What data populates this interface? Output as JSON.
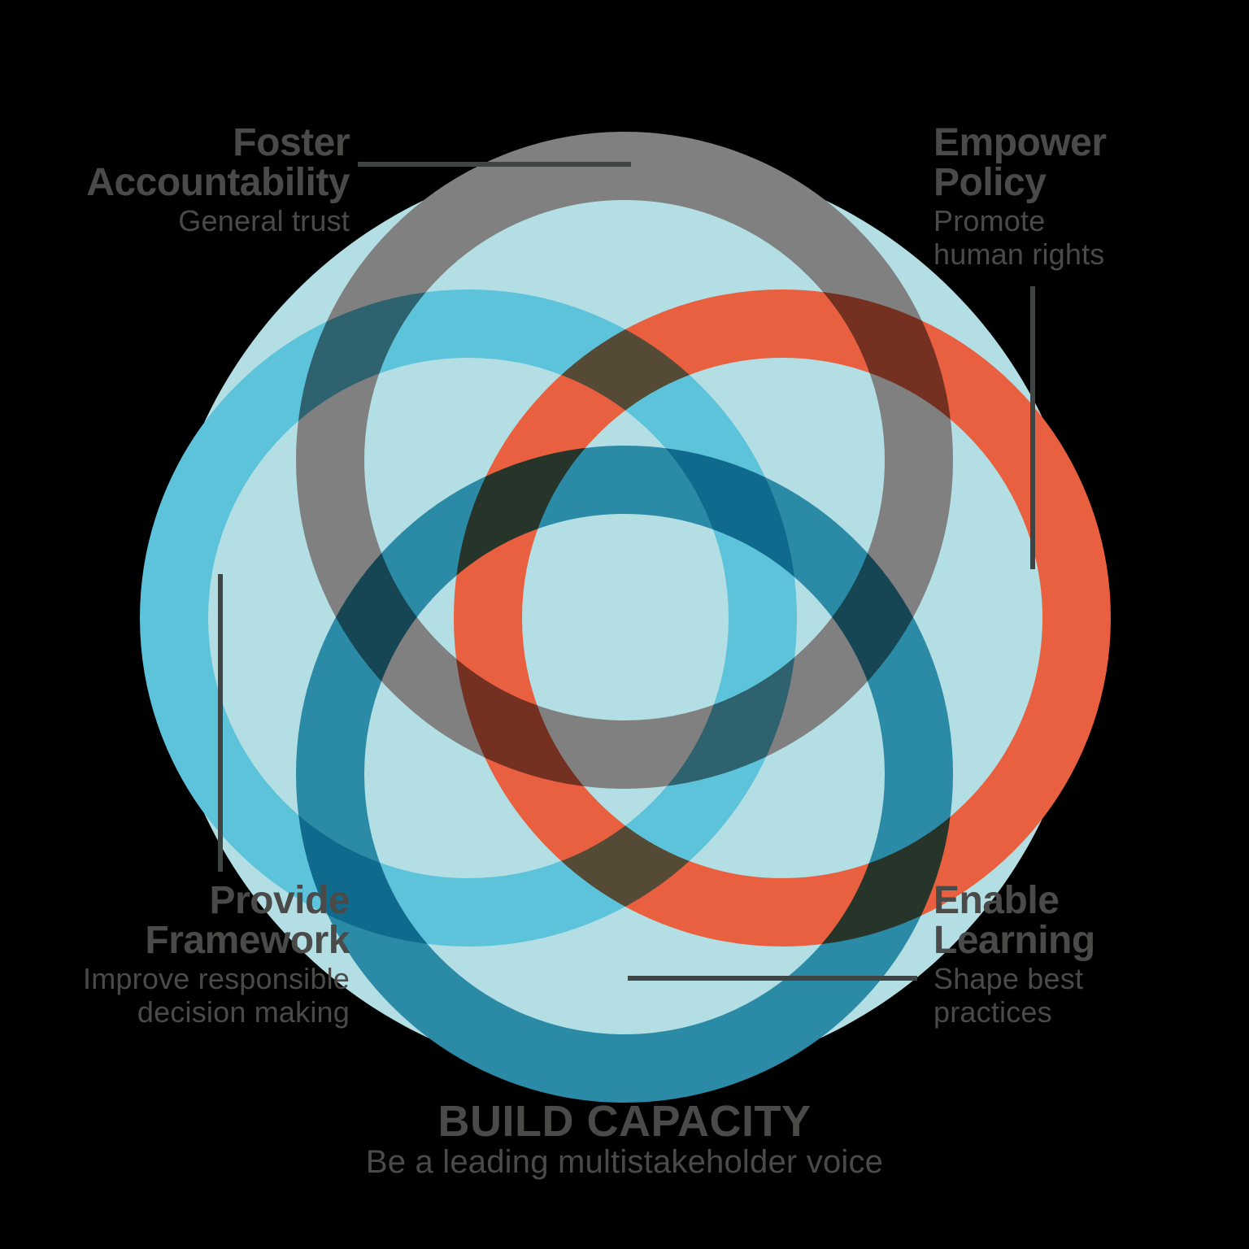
{
  "diagram": {
    "kind": "venn-rings",
    "background_color": "#000000",
    "text_color": "#4a4a48",
    "connector_color": "#3f4445",
    "colors": {
      "halo_pale_teal": "#b3dee3",
      "ring_light_blue": "#5cc3db",
      "ring_gray": "#808080",
      "ring_orange": "#e8603f",
      "ring_dark_teal": "#2b8aa5",
      "ring_inner_white": "#ffffff"
    },
    "nodes": [
      {
        "id": "foster-accountability",
        "title": "Foster\nAccountability",
        "title_line1": "Foster",
        "title_line2": "Accountability",
        "subtitle": "General trust",
        "ring": "ring_gray",
        "position": "top-left"
      },
      {
        "id": "empower-policy",
        "title": "Empower\nPolicy",
        "title_line1": "Empower",
        "title_line2": "Policy",
        "subtitle_line1": "Promote",
        "subtitle_line2": "human rights",
        "ring": "ring_orange",
        "position": "top-right"
      },
      {
        "id": "provide-framework",
        "title_line1": "Provide",
        "title_line2": "Framework",
        "subtitle_line1": "Improve responsible",
        "subtitle_line2": "decision making",
        "ring": "ring_light_blue",
        "position": "bottom-left"
      },
      {
        "id": "enable-learning",
        "title_line1": "Enable",
        "title_line2": "Learning",
        "subtitle_line1": "Shape best",
        "subtitle_line2": "practices",
        "ring": "ring_dark_teal",
        "position": "bottom-right"
      }
    ],
    "footer": {
      "title": "BUILD CAPACITY",
      "subtitle": "Be a leading multistakeholder voice"
    }
  }
}
